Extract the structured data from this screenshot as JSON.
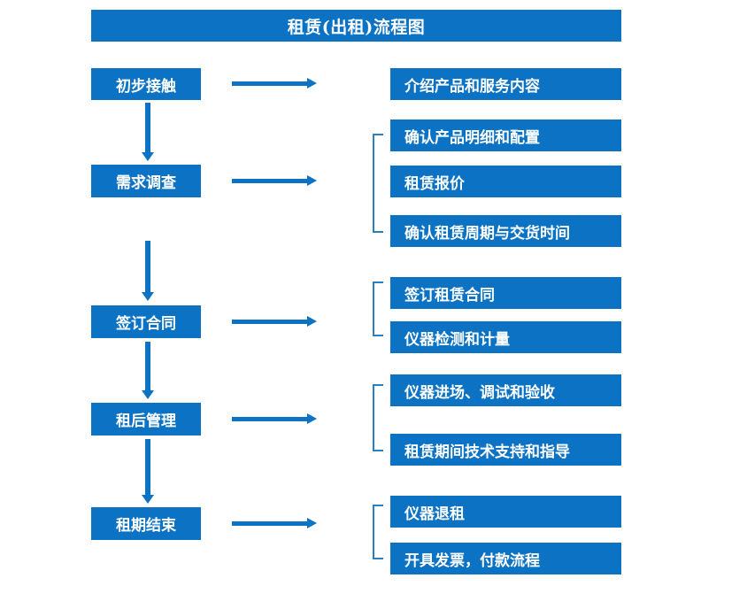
{
  "title": {
    "text": "租赁(出租)流程图"
  },
  "colors": {
    "box_fill": "#0b72c4",
    "box_text": "#ffffff",
    "arrow": "#0b72c4",
    "bracket": "#2a7fc1",
    "background": "#ffffff"
  },
  "chart_data": {
    "type": "diagram",
    "title": "租赁(出租)流程图",
    "stages": [
      {
        "stage": "初步接触",
        "details": [
          "介绍产品和服务内容"
        ],
        "grouped": false
      },
      {
        "stage": "需求调查",
        "details": [
          "确认产品明细和配置",
          "租赁报价",
          "确认租赁周期与交货时间"
        ],
        "grouped": true
      },
      {
        "stage": "签订合同",
        "details": [
          "签订租赁合同",
          "仪器检测和计量"
        ],
        "grouped": true
      },
      {
        "stage": "租后管理",
        "details": [
          "仪器进场、调试和验收",
          "租赁期间技术支持和指导"
        ],
        "grouped": true
      },
      {
        "stage": "租期结束",
        "details": [
          "仪器退租",
          "开具发票，付款流程"
        ],
        "grouped": true
      }
    ]
  },
  "left_boxes": [
    {
      "label": "初步接触"
    },
    {
      "label": "需求调查"
    },
    {
      "label": "签订合同"
    },
    {
      "label": "租后管理"
    },
    {
      "label": "租期结束"
    }
  ],
  "right_boxes": [
    {
      "label": "介绍产品和服务内容"
    },
    {
      "label": "确认产品明细和配置"
    },
    {
      "label": "租赁报价"
    },
    {
      "label": "确认租赁周期与交货时间"
    },
    {
      "label": "签订租赁合同"
    },
    {
      "label": "仪器检测和计量"
    },
    {
      "label": "仪器进场、调试和验收"
    },
    {
      "label": "租赁期间技术支持和指导"
    },
    {
      "label": "仪器退租"
    },
    {
      "label": "开具发票，付款流程"
    }
  ]
}
